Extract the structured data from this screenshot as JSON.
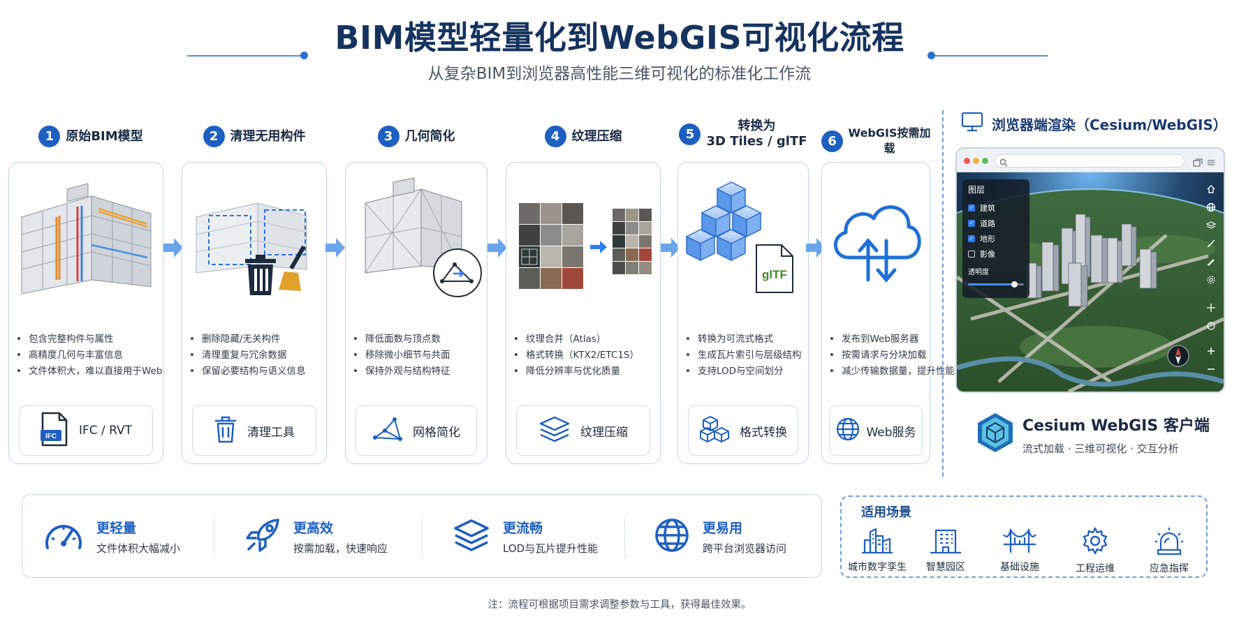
{
  "title": "BIM模型轻量化到WebGIS可视化流程",
  "subtitle": "从复杂BIM到浏览器高性能三维可视化的标准化工作流",
  "steps": [
    {
      "num": "1",
      "title": "原始BIM模型",
      "bullets": [
        "包含完整构件与属性",
        "高精度几何与丰富信息",
        "文件体积大，难以直接用于Web"
      ],
      "tool": "IFC / RVT"
    },
    {
      "num": "2",
      "title": "清理无用构件",
      "bullets": [
        "删除隐藏/无关构件",
        "清理重复与冗余数据",
        "保留必要结构与语义信息"
      ],
      "tool": "清理工具"
    },
    {
      "num": "3",
      "title": "几何简化",
      "bullets": [
        "降低面数与顶点数",
        "移除微小细节与共面",
        "保持外观与结构特征"
      ],
      "tool": "网格简化"
    },
    {
      "num": "4",
      "title": "纹理压缩",
      "bullets": [
        "纹理合并（Atlas）",
        "格式转换（KTX2/ETC1S）",
        "降低分辨率与优化质量"
      ],
      "tool": "纹理压缩"
    },
    {
      "num": "5",
      "title_line1": "转换为",
      "title_line2": "3D Tiles / glTF",
      "bullets": [
        "转换为可流式格式",
        "生成瓦片索引与层级结构",
        "支持LOD与空间划分"
      ],
      "tool": "格式转换",
      "file_label": "glTF"
    },
    {
      "num": "6",
      "title": "WebGIS按需加载",
      "bullets": [
        "发布到Web服务器",
        "按需请求与分块加载",
        "减少传输数据量，提升性能"
      ],
      "tool": "Web服务"
    }
  ],
  "file_badge": "IFC",
  "browser": {
    "heading": "浏览器端渲染（Cesium/WebGIS）",
    "layers_title": "图层",
    "layers": [
      {
        "label": "建筑",
        "checked": true
      },
      {
        "label": "道路",
        "checked": true
      },
      {
        "label": "地形",
        "checked": true
      },
      {
        "label": "影像",
        "checked": false
      }
    ],
    "opacity_label": "透明度",
    "opacity_value": 0.82
  },
  "client": {
    "name": "Cesium WebGIS 客户端",
    "desc": "流式加载 · 三维可视化 · 交互分析"
  },
  "benefits": [
    {
      "title": "更轻量",
      "desc": "文件体积大幅减小",
      "icon": "gauge-icon"
    },
    {
      "title": "更高效",
      "desc": "按需加载，快速响应",
      "icon": "rocket-icon"
    },
    {
      "title": "更流畅",
      "desc": "LOD与瓦片提升性能",
      "icon": "layers-icon"
    },
    {
      "title": "更易用",
      "desc": "跨平台浏览器访问",
      "icon": "globe-icon"
    }
  ],
  "scenes": {
    "title": "适用场景",
    "items": [
      {
        "label": "城市数字孪生",
        "icon": "city-icon"
      },
      {
        "label": "智慧园区",
        "icon": "campus-icon"
      },
      {
        "label": "基础设施",
        "icon": "bridge-icon"
      },
      {
        "label": "工程运维",
        "icon": "gear-icon"
      },
      {
        "label": "应急指挥",
        "icon": "alarm-icon"
      }
    ]
  },
  "note": "注：流程可根据项目需求调整参数与工具，获得最佳效果。",
  "colors": {
    "primary": "#1f5fc2",
    "accent": "#4f8fe0",
    "title": "#16335f",
    "border": "#bfd3ef"
  }
}
